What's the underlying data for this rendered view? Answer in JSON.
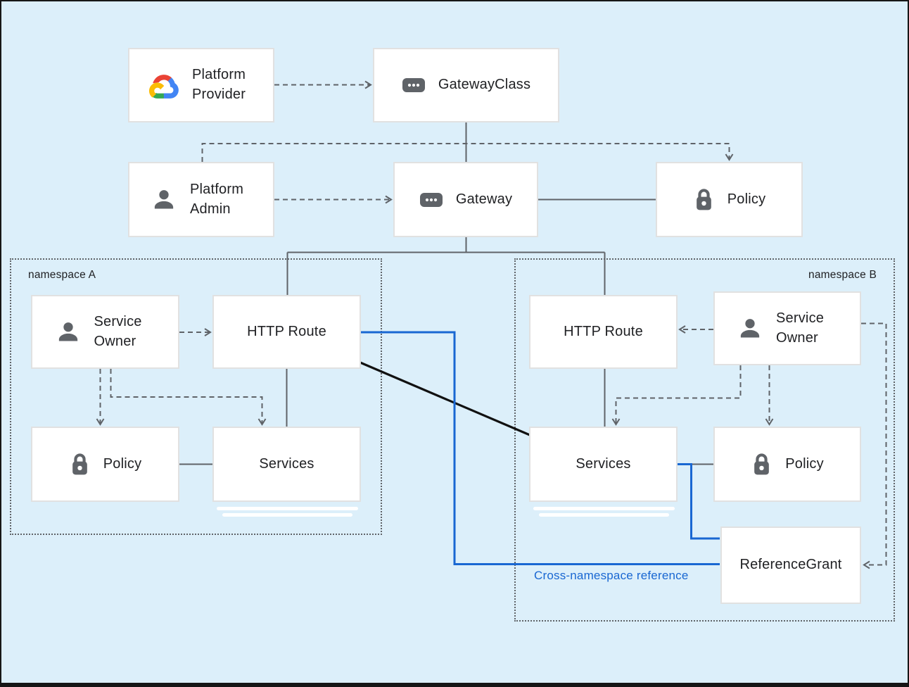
{
  "canvas": {
    "background": "#dceffa",
    "frame_color": "#161616",
    "line_gray": "#5f6368",
    "line_blue": "#1967d2",
    "line_black": "#111111",
    "box_fill": "#ffffff",
    "box_border": "#e1e1e1",
    "text_color": "#202124",
    "google_logo_colors": {
      "red": "#EA4335",
      "blue": "#4285F4",
      "green": "#34A853",
      "yellow": "#FBBC05"
    }
  },
  "namespaces": {
    "a": {
      "label": "namespace A"
    },
    "b": {
      "label": "namespace B"
    }
  },
  "nodes": {
    "platform_provider": {
      "label": "Platform Provider",
      "icon": "google-cloud-logo"
    },
    "gateway_class": {
      "label": "GatewayClass",
      "icon": "resource-chip-icon"
    },
    "platform_admin": {
      "label": "Platform Admin",
      "icon": "person-icon"
    },
    "gateway": {
      "label": "Gateway",
      "icon": "resource-chip-icon"
    },
    "policy_admin": {
      "label": "Policy",
      "icon": "lock-icon"
    },
    "service_owner_a": {
      "label": "Service Owner",
      "icon": "person-icon"
    },
    "http_route_a": {
      "label": "HTTP Route"
    },
    "policy_a": {
      "label": "Policy",
      "icon": "lock-icon"
    },
    "services_a": {
      "label": "Services"
    },
    "http_route_b": {
      "label": "HTTP Route"
    },
    "service_owner_b": {
      "label": "Service Owner",
      "icon": "person-icon"
    },
    "services_b": {
      "label": "Services"
    },
    "policy_b": {
      "label": "Policy",
      "icon": "lock-icon"
    },
    "reference_grant": {
      "label": "ReferenceGrant"
    }
  },
  "annotations": {
    "cross_namespace_reference": {
      "label": "Cross-namespace reference",
      "color": "#1967d2"
    }
  },
  "edges": [
    {
      "from": "platform_provider",
      "to": "gateway_class",
      "style": "dashed-arrow"
    },
    {
      "from": "gateway_class",
      "to": "gateway",
      "style": "solid"
    },
    {
      "from": "platform_admin",
      "to": "gateway",
      "style": "dashed-arrow"
    },
    {
      "from": "platform_admin",
      "to": "policy_admin",
      "style": "dashed-arrow"
    },
    {
      "from": "gateway",
      "to": "policy_admin",
      "style": "solid"
    },
    {
      "from": "gateway",
      "to": "http_route_a",
      "style": "solid"
    },
    {
      "from": "gateway",
      "to": "http_route_b",
      "style": "solid"
    },
    {
      "from": "service_owner_a",
      "to": "http_route_a",
      "style": "dashed-arrow"
    },
    {
      "from": "service_owner_a",
      "to": "policy_a",
      "style": "dashed-arrow"
    },
    {
      "from": "service_owner_a",
      "to": "services_a",
      "style": "dashed-arrow"
    },
    {
      "from": "http_route_a",
      "to": "services_a",
      "style": "solid"
    },
    {
      "from": "policy_a",
      "to": "services_a",
      "style": "solid"
    },
    {
      "from": "http_route_a",
      "to": "services_b",
      "style": "solid-black"
    },
    {
      "from": "http_route_a",
      "to": "reference_grant",
      "style": "solid-blue",
      "label": "Cross-namespace reference"
    },
    {
      "from": "service_owner_b",
      "to": "http_route_b",
      "style": "dashed-arrow"
    },
    {
      "from": "service_owner_b",
      "to": "services_b",
      "style": "dashed-arrow"
    },
    {
      "from": "service_owner_b",
      "to": "policy_b",
      "style": "dashed-arrow"
    },
    {
      "from": "service_owner_b",
      "to": "reference_grant",
      "style": "dashed-arrow"
    },
    {
      "from": "http_route_b",
      "to": "services_b",
      "style": "solid"
    },
    {
      "from": "services_b",
      "to": "policy_b",
      "style": "solid"
    },
    {
      "from": "services_b",
      "to": "reference_grant",
      "style": "solid-blue"
    }
  ]
}
